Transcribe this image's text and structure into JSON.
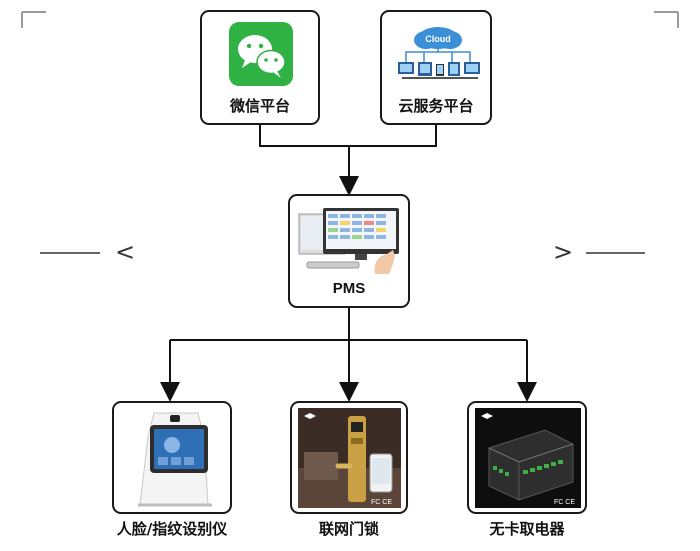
{
  "nodes": {
    "wechat": {
      "label": "微信平台",
      "icon": "wechat-icon"
    },
    "cloud": {
      "label": "云服务平台",
      "icon": "cloud-network-icon",
      "badge": "Cloud"
    },
    "pms": {
      "label": "PMS",
      "icon": "pms-computer-icon"
    },
    "face": {
      "label": "人脸/指纹设别仪",
      "icon": "face-fingerprint-kiosk-icon"
    },
    "lock": {
      "label": "联网门锁",
      "icon": "smart-door-lock-icon",
      "cert": "FC CE"
    },
    "power": {
      "label": "无卡取电器",
      "icon": "power-switch-device-icon",
      "cert": "FC CE"
    }
  },
  "navigation": {
    "prev": "<",
    "next": ">"
  },
  "colors": {
    "wechat_green": "#2fb144",
    "border": "#1a1a1a",
    "cloud_blue": "#3a8fd6"
  }
}
